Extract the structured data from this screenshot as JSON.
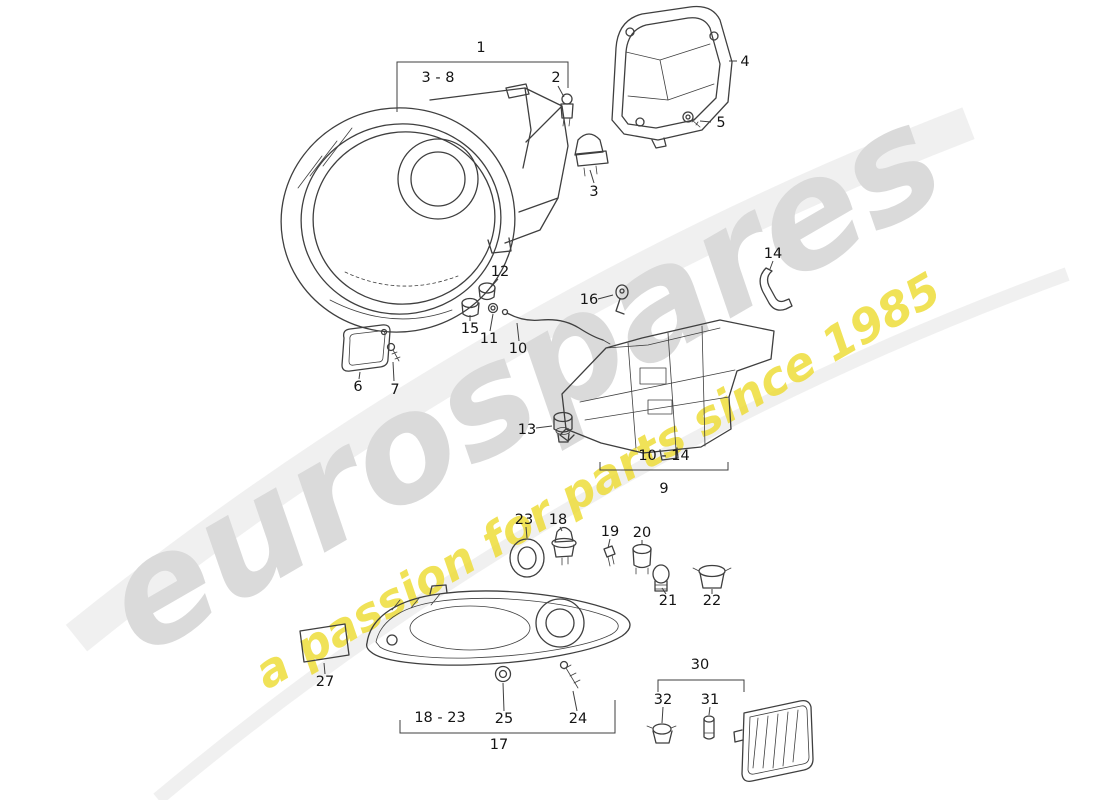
{
  "watermark": {
    "brand": "eurospares",
    "tagline": "a passion for parts since 1985",
    "brand_color": "#d9d9d9",
    "tagline_color": "#eedd3a"
  },
  "diagram": {
    "line_color": "#3f3f3f",
    "callouts": {
      "c1": "1",
      "r1": "3 - 8",
      "c2": "2",
      "c3": "3",
      "c4": "4",
      "c5": "5",
      "c6": "6",
      "c7": "7",
      "c9": "9",
      "r9": "10 - 14",
      "c10": "10",
      "c11": "11",
      "c12": "12",
      "c13": "13",
      "c14": "14",
      "c15": "15",
      "c16": "16",
      "c17": "17",
      "r17": "18 - 23",
      "c18": "18",
      "c19": "19",
      "c20": "20",
      "c21": "21",
      "c22": "22",
      "c23": "23",
      "c24": "24",
      "c25": "25",
      "c27": "27",
      "c30": "30",
      "c31": "31",
      "c32": "32"
    }
  }
}
